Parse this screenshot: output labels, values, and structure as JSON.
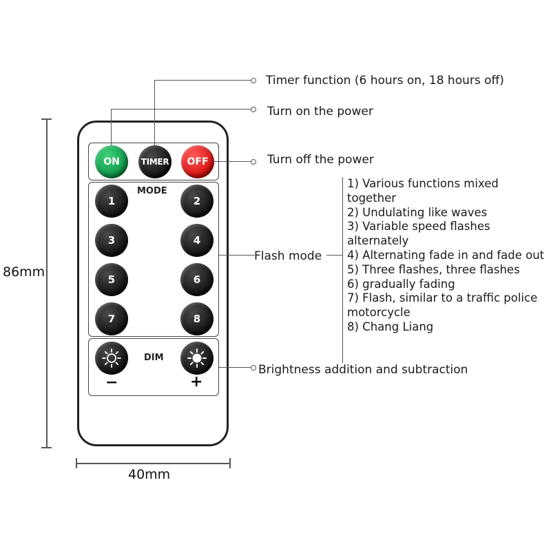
{
  "dimensions": {
    "height": "86mm",
    "width": "40mm"
  },
  "annotations": {
    "timer": "Timer function (6 hours on, 18 hours off)",
    "power_on": "Turn on the power",
    "power_off": "Turn off the power",
    "flash_mode": "Flash mode",
    "brightness": "Brightness addition and subtraction"
  },
  "flash_modes": [
    "1) Various functions mixed together",
    "2) Undulating like waves",
    "3) Variable speed flashes alternately",
    "4) Alternating fade in and fade out",
    "5) Three flashes, three flashes",
    "6) gradually fading",
    "7) Flash, similar to a traffic police motorcycle",
    "8) Chang Liang"
  ],
  "remote": {
    "on_label": "ON",
    "timer_label": "TIMER",
    "off_label": "OFF",
    "mode_label": "MODE",
    "mode_buttons": [
      "1",
      "2",
      "3",
      "4",
      "5",
      "6",
      "7",
      "8"
    ],
    "dim_label": "DIM",
    "minus_label": "−",
    "plus_label": "+"
  },
  "colors": {
    "on": "#14a04f",
    "off": "#e01414",
    "buttons": "#1a1a1a"
  },
  "icons": [
    "sun-outline-icon",
    "sun-filled-icon"
  ]
}
